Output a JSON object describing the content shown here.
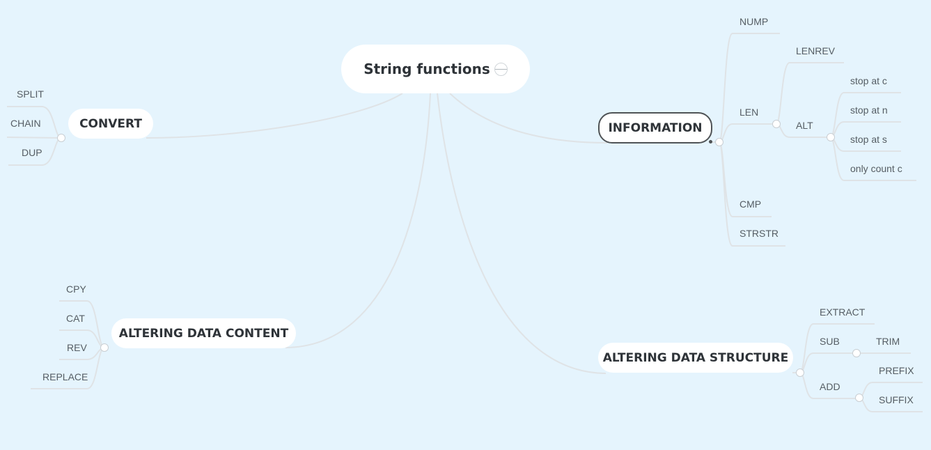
{
  "root": {
    "label": "String functions",
    "note_icon": "note-icon"
  },
  "branches": {
    "convert": {
      "label": "CONVERT",
      "children": [
        "SPLIT",
        "CHAIN",
        "DUP"
      ]
    },
    "information": {
      "label": "INFORMATION",
      "children": {
        "nump": "NUMP",
        "len": "LEN",
        "lenrev": "LENREV",
        "alt": "ALT",
        "alt_children": [
          "stop at c",
          "stop at n",
          "stop at s",
          "only count c"
        ],
        "cmp": "CMP",
        "strstr": "STRSTR"
      }
    },
    "altering_content": {
      "label": "ALTERING DATA CONTENT",
      "children": [
        "CPY",
        "CAT",
        "REV",
        "REPLACE"
      ]
    },
    "altering_structure": {
      "label": "ALTERING DATA STRUCTURE",
      "children": {
        "extract": "EXTRACT",
        "sub": "SUB",
        "trim": "TRIM",
        "add": "ADD",
        "add_children": [
          "PREFIX",
          "SUFFIX"
        ]
      }
    }
  },
  "colors": {
    "background": "#e5f4fd",
    "node": "#ffffff",
    "line": "#dfe3e6",
    "text": "#2e3338",
    "leaf_text": "#555d63",
    "selected_border": "#4f5356"
  }
}
